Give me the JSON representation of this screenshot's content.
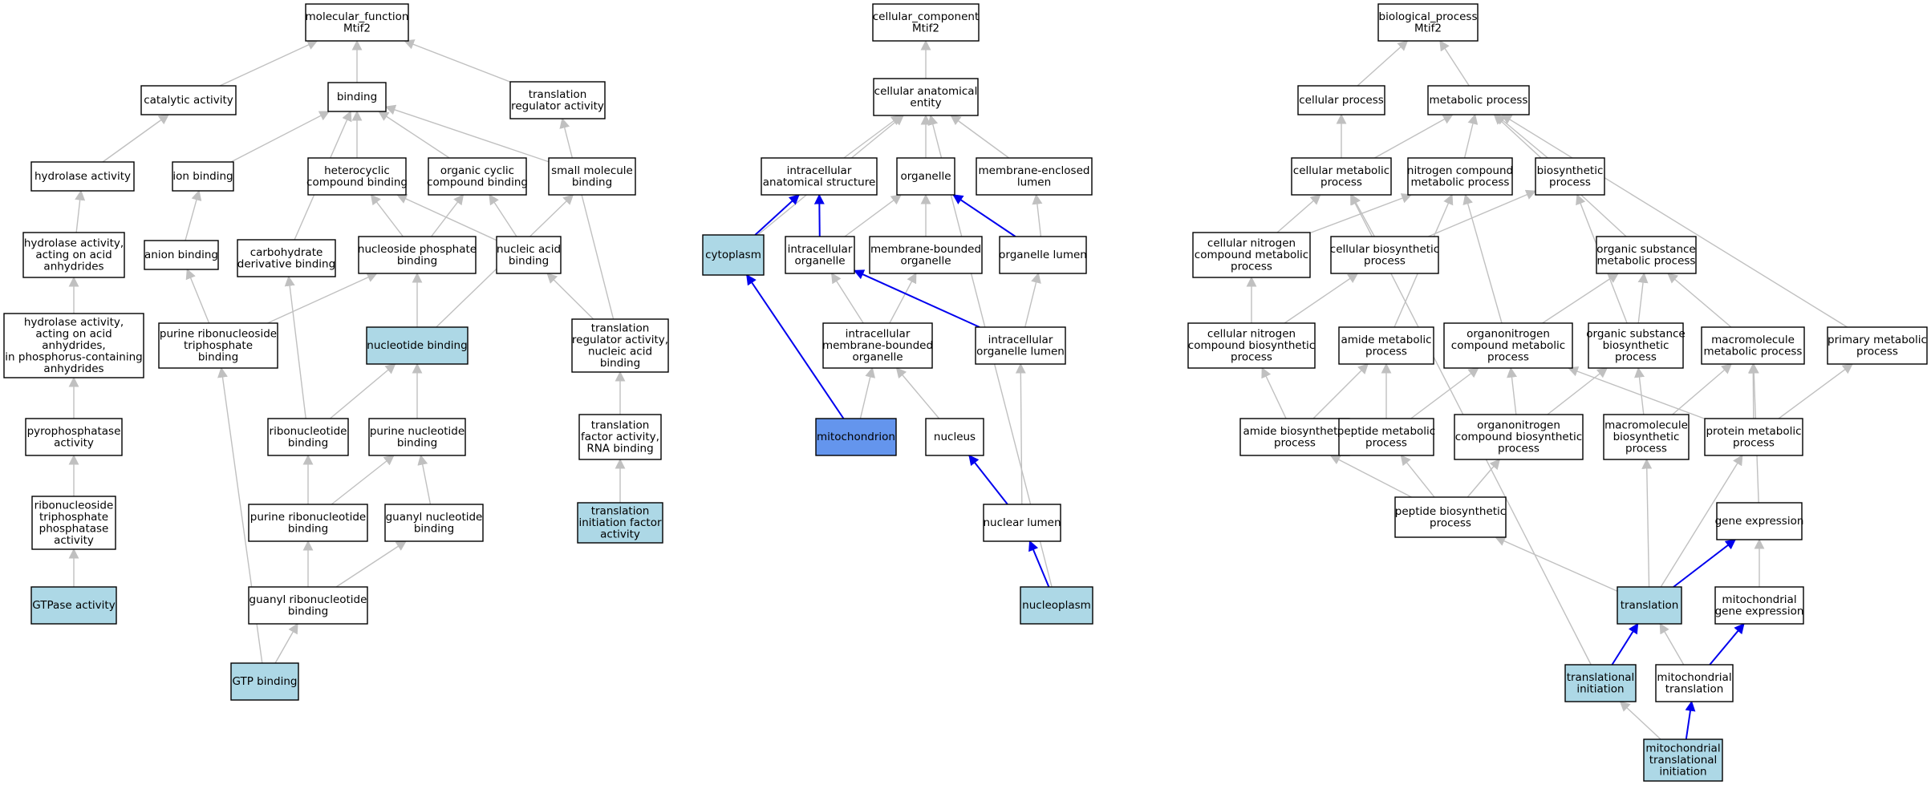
{
  "colors": {
    "default": "#ffffff",
    "annotated": "#add8e6",
    "highlight": "#6495ed",
    "edge_gray": "#c0c0c0",
    "edge_blue": "#0000ee"
  },
  "nodes": [
    {
      "id": "mf_root",
      "lines": [
        "molecular_function",
        "Mtif2"
      ]
    },
    {
      "id": "catalytic",
      "lines": [
        "catalytic activity"
      ]
    },
    {
      "id": "binding",
      "lines": [
        "binding"
      ]
    },
    {
      "id": "transl_reg",
      "lines": [
        "translation",
        "regulator activity"
      ]
    },
    {
      "id": "hydrolase",
      "lines": [
        "hydrolase activity"
      ]
    },
    {
      "id": "ion_binding",
      "lines": [
        "ion binding"
      ]
    },
    {
      "id": "heterocyclic",
      "lines": [
        "heterocyclic",
        "compound binding"
      ]
    },
    {
      "id": "organic_cyclic",
      "lines": [
        "organic cyclic",
        "compound binding"
      ]
    },
    {
      "id": "small_molecule",
      "lines": [
        "small molecule",
        "binding"
      ]
    },
    {
      "id": "hydro_acid",
      "lines": [
        "hydrolase activity,",
        "acting on acid",
        "anhydrides"
      ]
    },
    {
      "id": "anion_binding",
      "lines": [
        "anion binding"
      ]
    },
    {
      "id": "carbohydrate",
      "lines": [
        "carbohydrate",
        "derivative binding"
      ]
    },
    {
      "id": "nucleoside_phos",
      "lines": [
        "nucleoside phosphate",
        "binding"
      ]
    },
    {
      "id": "nucleic_acid",
      "lines": [
        "nucleic acid",
        "binding"
      ]
    },
    {
      "id": "hydro_phos",
      "lines": [
        "hydrolase activity,",
        "acting on acid",
        "anhydrides,",
        "in phosphorus-containing",
        "anhydrides"
      ]
    },
    {
      "id": "purine_rns_tp",
      "lines": [
        "purine ribonucleoside",
        "triphosphate",
        "binding"
      ]
    },
    {
      "id": "nucleotide_binding",
      "lines": [
        "nucleotide binding"
      ],
      "fill": "annotated"
    },
    {
      "id": "transl_reg_na",
      "lines": [
        "translation",
        "regulator activity,",
        "nucleic acid",
        "binding"
      ]
    },
    {
      "id": "pyrophos",
      "lines": [
        "pyrophosphatase",
        "activity"
      ]
    },
    {
      "id": "ribonucleotide",
      "lines": [
        "ribonucleotide",
        "binding"
      ]
    },
    {
      "id": "purine_nucleotide",
      "lines": [
        "purine nucleotide",
        "binding"
      ]
    },
    {
      "id": "transl_factor",
      "lines": [
        "translation",
        "factor activity,",
        "RNA binding"
      ]
    },
    {
      "id": "rnstp_phosphatase",
      "lines": [
        "ribonucleoside",
        "triphosphate",
        "phosphatase",
        "activity"
      ]
    },
    {
      "id": "purine_ribonucleotide",
      "lines": [
        "purine ribonucleotide",
        "binding"
      ]
    },
    {
      "id": "guanyl_nucleotide",
      "lines": [
        "guanyl nucleotide",
        "binding"
      ]
    },
    {
      "id": "transl_init_factor",
      "lines": [
        "translation",
        "initiation factor",
        "activity"
      ],
      "fill": "annotated"
    },
    {
      "id": "gtpase",
      "lines": [
        "GTPase activity"
      ],
      "fill": "annotated"
    },
    {
      "id": "guanyl_ribonucleotide",
      "lines": [
        "guanyl ribonucleotide",
        "binding"
      ]
    },
    {
      "id": "gtp_binding",
      "lines": [
        "GTP binding"
      ],
      "fill": "annotated"
    },
    {
      "id": "cc_root",
      "lines": [
        "cellular_component",
        "Mtif2"
      ]
    },
    {
      "id": "cell_anat",
      "lines": [
        "cellular anatomical",
        "entity"
      ]
    },
    {
      "id": "intracell_struct",
      "lines": [
        "intracellular",
        "anatomical structure"
      ]
    },
    {
      "id": "organelle",
      "lines": [
        "organelle"
      ]
    },
    {
      "id": "membrane_lumen",
      "lines": [
        "membrane-enclosed",
        "lumen"
      ]
    },
    {
      "id": "cytoplasm",
      "lines": [
        "cytoplasm"
      ],
      "fill": "annotated"
    },
    {
      "id": "intracell_organelle",
      "lines": [
        "intracellular",
        "organelle"
      ]
    },
    {
      "id": "membrane_organelle",
      "lines": [
        "membrane-bounded",
        "organelle"
      ]
    },
    {
      "id": "organelle_lumen",
      "lines": [
        "organelle lumen"
      ]
    },
    {
      "id": "intracell_mem_organelle",
      "lines": [
        "intracellular",
        "membrane-bounded",
        "organelle"
      ]
    },
    {
      "id": "intracell_org_lumen",
      "lines": [
        "intracellular",
        "organelle lumen"
      ]
    },
    {
      "id": "mitochondrion",
      "lines": [
        "mitochondrion"
      ],
      "fill": "highlight"
    },
    {
      "id": "nucleus",
      "lines": [
        "nucleus"
      ]
    },
    {
      "id": "nuclear_lumen",
      "lines": [
        "nuclear lumen"
      ]
    },
    {
      "id": "nucleoplasm",
      "lines": [
        "nucleoplasm"
      ],
      "fill": "annotated"
    },
    {
      "id": "bp_root",
      "lines": [
        "biological_process",
        "Mtif2"
      ]
    },
    {
      "id": "cellular_process",
      "lines": [
        "cellular process"
      ]
    },
    {
      "id": "metabolic_process",
      "lines": [
        "metabolic process"
      ]
    },
    {
      "id": "cell_metabolic",
      "lines": [
        "cellular metabolic",
        "process"
      ]
    },
    {
      "id": "nitrogen_metabolic",
      "lines": [
        "nitrogen compound",
        "metabolic process"
      ]
    },
    {
      "id": "biosynthetic",
      "lines": [
        "biosynthetic",
        "process"
      ]
    },
    {
      "id": "cell_nitrogen_metabolic",
      "lines": [
        "cellular nitrogen",
        "compound metabolic",
        "process"
      ]
    },
    {
      "id": "cell_biosynthetic",
      "lines": [
        "cellular biosynthetic",
        "process"
      ]
    },
    {
      "id": "organic_metabolic",
      "lines": [
        "organic substance",
        "metabolic process"
      ]
    },
    {
      "id": "cell_nitrogen_biosyn",
      "lines": [
        "cellular nitrogen",
        "compound biosynthetic",
        "process"
      ]
    },
    {
      "id": "amide_metabolic",
      "lines": [
        "amide metabolic",
        "process"
      ]
    },
    {
      "id": "organonitrogen_metabolic",
      "lines": [
        "organonitrogen",
        "compound metabolic",
        "process"
      ]
    },
    {
      "id": "organic_biosyn",
      "lines": [
        "organic substance",
        "biosynthetic",
        "process"
      ]
    },
    {
      "id": "macromolecule_metabolic",
      "lines": [
        "macromolecule",
        "metabolic process"
      ]
    },
    {
      "id": "primary_metabolic",
      "lines": [
        "primary metabolic",
        "process"
      ]
    },
    {
      "id": "amide_biosyn",
      "lines": [
        "amide biosynthetic",
        "process"
      ]
    },
    {
      "id": "peptide_metabolic",
      "lines": [
        "peptide metabolic",
        "process"
      ]
    },
    {
      "id": "organonitrogen_biosyn",
      "lines": [
        "organonitrogen",
        "compound biosynthetic",
        "process"
      ]
    },
    {
      "id": "macromolecule_biosyn",
      "lines": [
        "macromolecule",
        "biosynthetic",
        "process"
      ]
    },
    {
      "id": "protein_metabolic",
      "lines": [
        "protein metabolic",
        "process"
      ]
    },
    {
      "id": "peptide_biosyn",
      "lines": [
        "peptide biosynthetic",
        "process"
      ]
    },
    {
      "id": "gene_expression",
      "lines": [
        "gene expression"
      ]
    },
    {
      "id": "translation",
      "lines": [
        "translation"
      ],
      "fill": "annotated"
    },
    {
      "id": "mito_gene_expr",
      "lines": [
        "mitochondrial",
        "gene expression"
      ]
    },
    {
      "id": "transl_initiation",
      "lines": [
        "translational",
        "initiation"
      ],
      "fill": "annotated"
    },
    {
      "id": "mito_translation",
      "lines": [
        "mitochondrial",
        "translation"
      ]
    },
    {
      "id": "mito_transl_init",
      "lines": [
        "mitochondrial",
        "translational",
        "initiation"
      ],
      "fill": "annotated"
    }
  ],
  "edges": [
    [
      "catalytic",
      "mf_root"
    ],
    [
      "binding",
      "mf_root"
    ],
    [
      "transl_reg",
      "mf_root"
    ],
    [
      "hydrolase",
      "catalytic"
    ],
    [
      "ion_binding",
      "binding"
    ],
    [
      "heterocyclic",
      "binding"
    ],
    [
      "organic_cyclic",
      "binding"
    ],
    [
      "small_molecule",
      "binding"
    ],
    [
      "carbohydrate",
      "binding"
    ],
    [
      "hydro_acid",
      "hydrolase"
    ],
    [
      "anion_binding",
      "ion_binding"
    ],
    [
      "nucleoside_phos",
      "heterocyclic"
    ],
    [
      "nucleoside_phos",
      "organic_cyclic"
    ],
    [
      "nucleic_acid",
      "heterocyclic"
    ],
    [
      "nucleic_acid",
      "organic_cyclic"
    ],
    [
      "hydro_phos",
      "hydro_acid"
    ],
    [
      "purine_rns_tp",
      "anion_binding"
    ],
    [
      "purine_rns_tp",
      "nucleoside_phos"
    ],
    [
      "nucleotide_binding",
      "nucleoside_phos"
    ],
    [
      "nucleotide_binding",
      "small_molecule"
    ],
    [
      "transl_reg_na",
      "nucleic_acid"
    ],
    [
      "transl_reg_na",
      "transl_reg"
    ],
    [
      "pyrophos",
      "hydro_phos"
    ],
    [
      "ribonucleotide",
      "nucleotide_binding"
    ],
    [
      "ribonucleotide",
      "carbohydrate"
    ],
    [
      "purine_nucleotide",
      "nucleotide_binding"
    ],
    [
      "transl_factor",
      "transl_reg_na"
    ],
    [
      "rnstp_phosphatase",
      "pyrophos"
    ],
    [
      "purine_ribonucleotide",
      "ribonucleotide"
    ],
    [
      "purine_ribonucleotide",
      "purine_nucleotide"
    ],
    [
      "guanyl_nucleotide",
      "purine_nucleotide"
    ],
    [
      "transl_init_factor",
      "transl_factor"
    ],
    [
      "gtpase",
      "rnstp_phosphatase"
    ],
    [
      "guanyl_ribonucleotide",
      "purine_ribonucleotide"
    ],
    [
      "guanyl_ribonucleotide",
      "guanyl_nucleotide"
    ],
    [
      "gtp_binding",
      "guanyl_ribonucleotide"
    ],
    [
      "gtp_binding",
      "purine_rns_tp"
    ],
    [
      "cell_anat",
      "cc_root"
    ],
    [
      "intracell_struct",
      "cell_anat"
    ],
    [
      "organelle",
      "cell_anat"
    ],
    [
      "membrane_lumen",
      "cell_anat"
    ],
    [
      "cytoplasm",
      "cell_anat"
    ],
    [
      "nucleoplasm",
      "cell_anat"
    ],
    [
      "cytoplasm",
      "intracell_struct",
      "blue"
    ],
    [
      "intracell_organelle",
      "intracell_struct",
      "blue"
    ],
    [
      "intracell_organelle",
      "organelle"
    ],
    [
      "membrane_organelle",
      "organelle"
    ],
    [
      "organelle_lumen",
      "organelle",
      "blue"
    ],
    [
      "organelle_lumen",
      "membrane_lumen"
    ],
    [
      "intracell_mem_organelle",
      "intracell_organelle"
    ],
    [
      "intracell_mem_organelle",
      "membrane_organelle"
    ],
    [
      "intracell_org_lumen",
      "intracell_organelle",
      "blue"
    ],
    [
      "intracell_org_lumen",
      "organelle_lumen"
    ],
    [
      "mitochondrion",
      "cytoplasm",
      "blue"
    ],
    [
      "mitochondrion",
      "intracell_mem_organelle"
    ],
    [
      "nucleus",
      "intracell_mem_organelle"
    ],
    [
      "nuclear_lumen",
      "nucleus",
      "blue"
    ],
    [
      "nuclear_lumen",
      "intracell_org_lumen"
    ],
    [
      "nucleoplasm",
      "nuclear_lumen",
      "blue"
    ],
    [
      "cellular_process",
      "bp_root"
    ],
    [
      "metabolic_process",
      "bp_root"
    ],
    [
      "cell_metabolic",
      "cellular_process"
    ],
    [
      "cell_metabolic",
      "metabolic_process"
    ],
    [
      "nitrogen_metabolic",
      "metabolic_process"
    ],
    [
      "biosynthetic",
      "metabolic_process"
    ],
    [
      "organic_metabolic",
      "metabolic_process"
    ],
    [
      "primary_metabolic",
      "metabolic_process"
    ],
    [
      "cell_nitrogen_metabolic",
      "cell_metabolic"
    ],
    [
      "cell_nitrogen_metabolic",
      "nitrogen_metabolic"
    ],
    [
      "cell_biosynthetic",
      "cell_metabolic"
    ],
    [
      "cell_biosynthetic",
      "biosynthetic"
    ],
    [
      "cell_nitrogen_biosyn",
      "cell_nitrogen_metabolic"
    ],
    [
      "cell_nitrogen_biosyn",
      "cell_biosynthetic"
    ],
    [
      "amide_metabolic",
      "nitrogen_metabolic"
    ],
    [
      "organonitrogen_metabolic",
      "nitrogen_metabolic"
    ],
    [
      "organonitrogen_metabolic",
      "organic_metabolic"
    ],
    [
      "organic_biosyn",
      "organic_metabolic"
    ],
    [
      "organic_biosyn",
      "biosynthetic"
    ],
    [
      "macromolecule_metabolic",
      "organic_metabolic"
    ],
    [
      "amide_biosyn",
      "cell_nitrogen_biosyn"
    ],
    [
      "amide_biosyn",
      "amide_metabolic"
    ],
    [
      "peptide_metabolic",
      "amide_metabolic"
    ],
    [
      "peptide_metabolic",
      "organonitrogen_metabolic"
    ],
    [
      "organonitrogen_biosyn",
      "organonitrogen_metabolic"
    ],
    [
      "organonitrogen_biosyn",
      "organic_biosyn"
    ],
    [
      "macromolecule_biosyn",
      "organic_biosyn"
    ],
    [
      "macromolecule_biosyn",
      "macromolecule_metabolic"
    ],
    [
      "protein_metabolic",
      "organonitrogen_metabolic"
    ],
    [
      "protein_metabolic",
      "macromolecule_metabolic"
    ],
    [
      "protein_metabolic",
      "primary_metabolic"
    ],
    [
      "peptide_biosyn",
      "amide_biosyn"
    ],
    [
      "peptide_biosyn",
      "peptide_metabolic"
    ],
    [
      "peptide_biosyn",
      "organonitrogen_biosyn"
    ],
    [
      "gene_expression",
      "macromolecule_metabolic"
    ],
    [
      "translation",
      "peptide_biosyn"
    ],
    [
      "translation",
      "macromolecule_biosyn"
    ],
    [
      "translation",
      "protein_metabolic"
    ],
    [
      "translation",
      "gene_expression",
      "blue"
    ],
    [
      "mito_gene_expr",
      "gene_expression"
    ],
    [
      "transl_initiation",
      "translation",
      "blue"
    ],
    [
      "transl_initiation",
      "cell_metabolic"
    ],
    [
      "mito_translation",
      "translation"
    ],
    [
      "mito_translation",
      "mito_gene_expr",
      "blue"
    ],
    [
      "mito_transl_init",
      "transl_initiation"
    ],
    [
      "mito_transl_init",
      "mito_translation",
      "blue"
    ]
  ]
}
